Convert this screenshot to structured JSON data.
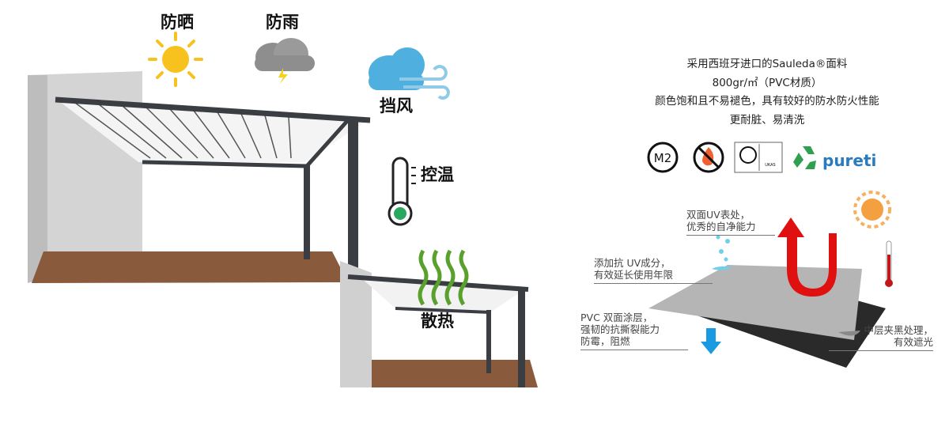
{
  "features": {
    "sun_protection": "防晒",
    "rain_protection": "防雨",
    "wind_protection": "挡风",
    "temperature_control": "控温",
    "heat_dissipation": "散热"
  },
  "fabric_info": {
    "lines": [
      "采用西班牙进口的Sauleda®面料",
      "800gr/㎡（PVC材质）",
      "颜色饱和且不易褪色，具有较好的防水防火性能",
      "更耐脏、易清洗"
    ]
  },
  "certifications": [
    {
      "name": "M2",
      "label": "M2"
    },
    {
      "name": "no-fire",
      "label": ""
    },
    {
      "name": "iso-ukas",
      "label": "UKAS"
    },
    {
      "name": "recycle",
      "label": ""
    },
    {
      "name": "pureti",
      "label": "pureti"
    }
  ],
  "annotations": {
    "uv_surface": [
      "双面UV表处，",
      "优秀的自净能力"
    ],
    "anti_uv": [
      "添加抗 UV成分，",
      "有效延长使用年限"
    ],
    "pvc_coating": [
      "PVC 双面涂层，",
      "强韧的抗撕裂能力",
      "防霉，阻燃"
    ],
    "black_middle": [
      "中层夹黑处理，",
      "有效遮光"
    ]
  },
  "colors": {
    "frame": "#3a3d42",
    "wood": "#8a5a3c",
    "heat_green": "#5aa02c",
    "arrow_red": "#e01010",
    "arrow_blue": "#1a9ae0",
    "pureti_blue": "#2a7ac0"
  }
}
